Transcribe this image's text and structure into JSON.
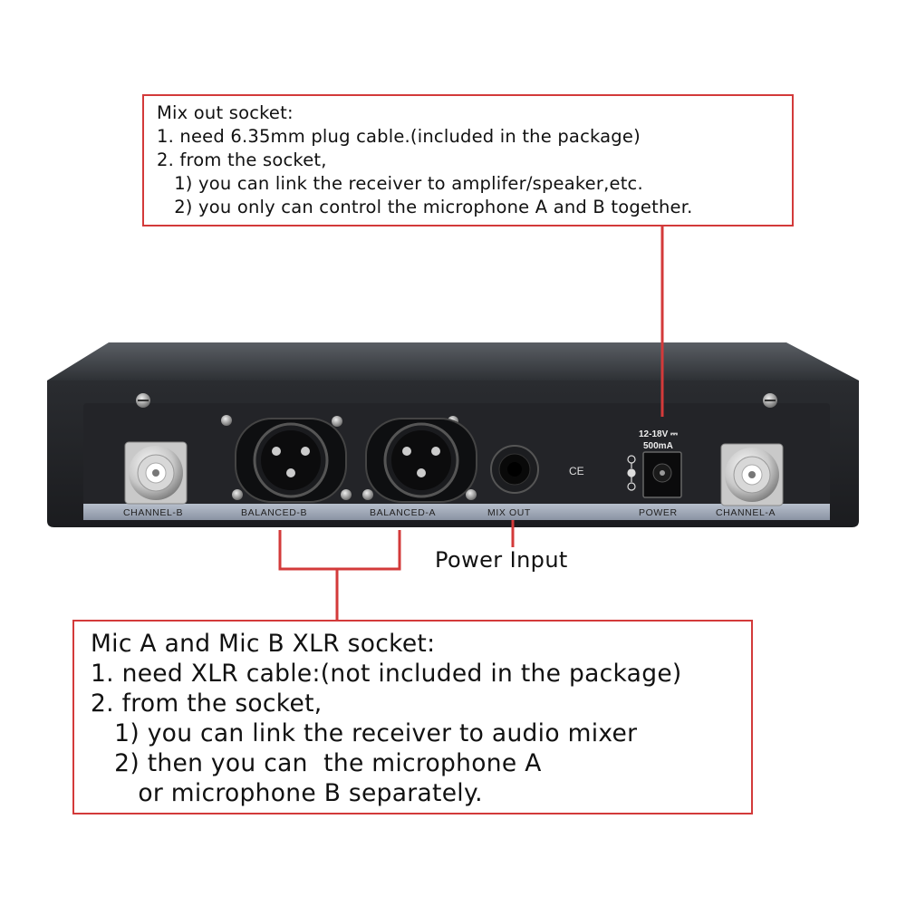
{
  "mix_out_callout": {
    "lines": [
      "Mix out socket:",
      "1. need 6.35mm plug cable.(included in the package)",
      "2. from the socket,",
      "   1) you can link the receiver to amplifer/speaker,etc.",
      "   2) you only can control the microphone A and B together."
    ]
  },
  "xlr_callout": {
    "lines": [
      "Mic A and Mic B XLR socket:",
      "1. need XLR cable:(not included in the package)",
      "2. from the socket,",
      "   1) you can link the receiver to audio mixer",
      "   2) then you can  the microphone A",
      "      or microphone B separately."
    ]
  },
  "power_callout": {
    "label": "Power Input"
  },
  "panel_labels": {
    "channel_b": "CHANNEL-B",
    "balanced_b": "BALANCED-B",
    "balanced_a": "BALANCED-A",
    "mix_out": "MIX OUT",
    "power": "POWER",
    "channel_a": "CHANNEL-A",
    "voltage": "12-18V ⎓",
    "current": "500mA",
    "ce_mark": "CE"
  },
  "colors": {
    "callout_border": "#d33a3a",
    "device_body": "#3a3d42",
    "label_strip": "#9aa3b2"
  }
}
